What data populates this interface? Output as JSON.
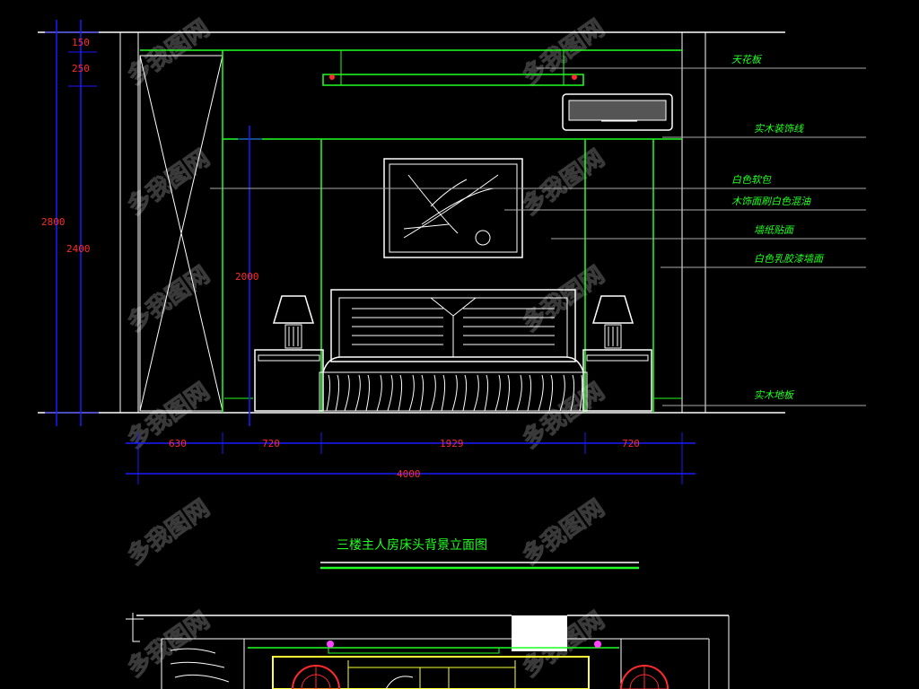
{
  "drawing": {
    "title": "三楼主人房床头背景立面图",
    "watermark": "多我图网"
  },
  "dimensions": {
    "vertical_left": [
      "150",
      "250",
      "2800",
      "2400",
      "2000"
    ],
    "horizontal_segments": [
      "630",
      "720",
      "1929",
      "720"
    ],
    "horizontal_total": "4000"
  },
  "annotations": [
    "天花板",
    "实木装饰线",
    "白色软包",
    "木饰面刷白色混油",
    "墙纸贴面",
    "白色乳胶漆墙面",
    "实木地板"
  ],
  "colors": {
    "background": "#000000",
    "line_white": "#ffffff",
    "line_green": "#22ff22",
    "line_blue": "#1a1aff",
    "text_red": "#ff2a2a",
    "text_green": "#22ff22"
  }
}
